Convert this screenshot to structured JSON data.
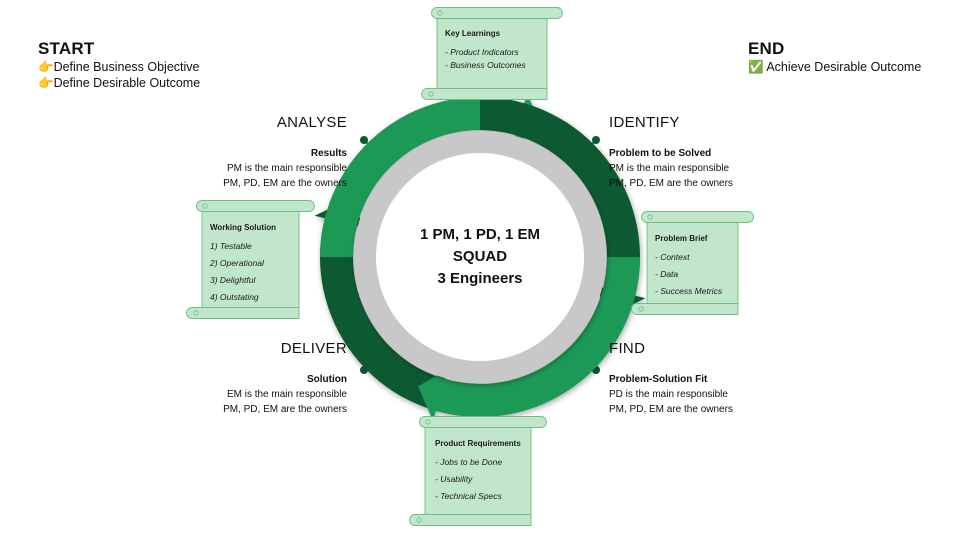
{
  "start": {
    "title": "START",
    "lines": [
      "👉Define Business Objective",
      "👉Define Desirable Outcome"
    ]
  },
  "end": {
    "title": "END",
    "lines": [
      "✅ Achieve Desirable Outcome"
    ]
  },
  "center": {
    "line1": "1 PM, 1 PD, 1 EM",
    "line2": "SQUAD",
    "line3": "3 Engineers"
  },
  "phases": {
    "analyse": {
      "title": "ANALYSE",
      "subtitle": "Results",
      "lines": [
        "PM is the main responsible",
        "PM, PD, EM are the owners"
      ]
    },
    "identify": {
      "title": "IDENTIFY",
      "subtitle": "Problem to be Solved",
      "lines": [
        "PM is the main responsible",
        "PM, PD, EM are the owners"
      ]
    },
    "deliver": {
      "title": "DELIVER",
      "subtitle": "Solution",
      "lines": [
        "EM is the main responsible",
        "PM, PD, EM are the owners"
      ]
    },
    "find": {
      "title": "FIND",
      "subtitle": "Problem-Solution Fit",
      "lines": [
        "PD is the main responsible",
        "PM, PD, EM are the owners"
      ]
    }
  },
  "scrolls": {
    "key_learnings": {
      "title": "Key Learnings",
      "items": [
        "- Product Indicators",
        "- Business Outcomes"
      ]
    },
    "working_solution": {
      "title": "Working Solution",
      "items": [
        "1) Testable",
        "2) Operational",
        "3) Delightful",
        "4) Outstating"
      ]
    },
    "problem_brief": {
      "title": "Problem Brief",
      "items": [
        "- Context",
        "- Data",
        "- Success Metrics"
      ]
    },
    "product_requirements": {
      "title": "Product Requirements",
      "items": [
        "- Jobs to be Done",
        "- Usability",
        "- Technical Specs"
      ]
    }
  },
  "colors": {
    "green_light": "#1a9a55",
    "green_dark": "#0b5a32",
    "ring_gray": "#c8c8c8",
    "scroll_fill": "#c2e6cb",
    "scroll_stroke": "#6cc082"
  }
}
